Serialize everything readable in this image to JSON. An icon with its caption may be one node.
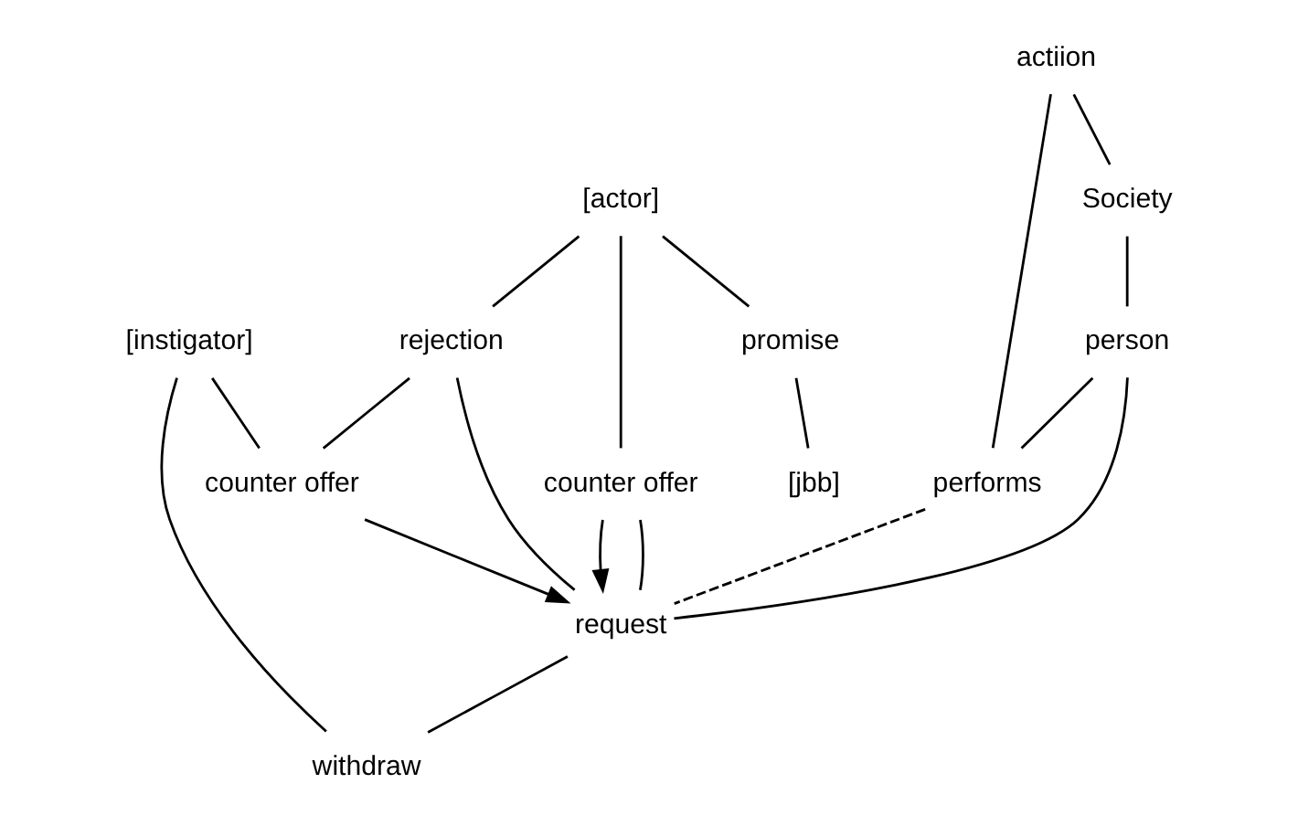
{
  "diagram": {
    "nodes": [
      {
        "text": [
          "actiion"
        ]
      },
      {
        "text": [
          "Society"
        ]
      },
      {
        "text": [
          "performs"
        ]
      },
      {
        "text": [
          "rejection"
        ]
      },
      {
        "text": [
          "counter offer"
        ]
      },
      {
        "text": [
          "[actor]"
        ]
      },
      {
        "text": [
          "promise"
        ]
      },
      {
        "text": [
          "person"
        ]
      },
      {
        "text": [
          "[jbb]"
        ]
      },
      {
        "text": [
          "counter offer"
        ]
      },
      {
        "text": [
          "[instigator]"
        ]
      },
      {
        "text": [
          "request"
        ]
      },
      {
        "text": [
          "withdraw"
        ]
      }
    ],
    "edges": [
      {
        "from": 0,
        "to": 1,
        "arrow": "none"
      },
      {
        "from": 0,
        "to": 2,
        "arrow": "none"
      },
      {
        "from": 1,
        "to": 7,
        "arrow": "none"
      },
      {
        "from": 7,
        "to": 11,
        "arrow": "none"
      },
      {
        "from": 7,
        "to": 2,
        "arrow": "none"
      },
      {
        "from": 2,
        "to": 11,
        "arrow": "none",
        "style": "dashed"
      },
      {
        "from": 5,
        "to": 3,
        "arrow": "none"
      },
      {
        "from": 5,
        "to": 6,
        "arrow": "none"
      },
      {
        "from": 5,
        "to": 9,
        "arrow": "none"
      },
      {
        "from": 3,
        "to": 4,
        "arrow": "none"
      },
      {
        "from": 3,
        "to": 11,
        "arrow": "none"
      },
      {
        "from": 10,
        "to": 4,
        "arrow": "none"
      },
      {
        "from": 10,
        "to": 12,
        "arrow": "none"
      },
      {
        "from": 6,
        "to": 8,
        "arrow": "none"
      },
      {
        "from": 4,
        "to": 11,
        "arrow": "to"
      },
      {
        "from": 9,
        "to": 11,
        "arrow": "to"
      },
      {
        "from": 9,
        "to": 11,
        "arrow": "none"
      },
      {
        "from": 11,
        "to": 12,
        "arrow": "none"
      }
    ]
  }
}
